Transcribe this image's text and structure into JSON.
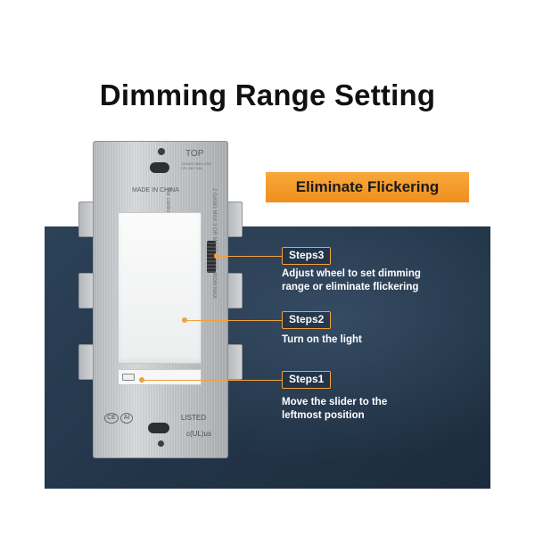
{
  "headline": "Dimming Range Setting",
  "banner": "Eliminate Flickering",
  "plate": {
    "top_label": "TOP",
    "spec_text": "120VAC 60Hz LED CFL INC HAL",
    "made_in": "MADE IN CHINA",
    "listed": "LISTED",
    "cert_a": "CE",
    "cert_b": "AI",
    "ul_mark": "c(UL)us",
    "side_left": "For control of Permanently installed CFL, LED and Inc Lamp Fixtures Only",
    "side_right": "2 GANG MAX 3 OR MORE GANG 400W MAX"
  },
  "steps": [
    {
      "tag": "Steps3",
      "desc_line1": "Adjust wheel to set dimming",
      "desc_line2": "range or eliminate flickering"
    },
    {
      "tag": "Steps2",
      "desc_line1": "Turn on the light",
      "desc_line2": ""
    },
    {
      "tag": "Steps1",
      "desc_line1": "Move the slider to the",
      "desc_line2": "leftmost position"
    }
  ],
  "colors": {
    "accent": "#f3a03c",
    "panel": "#233549",
    "banner": "#f29a2c"
  }
}
